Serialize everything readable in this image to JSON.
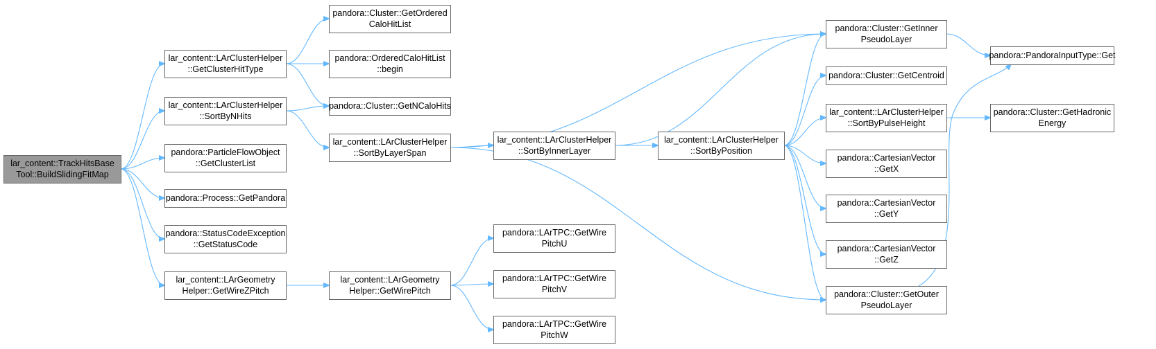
{
  "graph": {
    "edge_color": "#63b8ff",
    "node_border_color": "#666666",
    "root_fill_color": "#999999",
    "nodes": [
      {
        "id": "root",
        "lines": [
          "lar_content::TrackHitsBase",
          "Tool::BuildSlidingFitMap"
        ],
        "root": true
      },
      {
        "id": "getClusterHitType",
        "lines": [
          "lar_content::LArClusterHelper",
          "::GetClusterHitType"
        ]
      },
      {
        "id": "sortByNHits",
        "lines": [
          "lar_content::LArClusterHelper",
          "::SortByNHits"
        ]
      },
      {
        "id": "getClusterList",
        "lines": [
          "pandora::ParticleFlowObject",
          "::GetClusterList"
        ]
      },
      {
        "id": "getPandora",
        "lines": [
          "pandora::Process::GetPandora"
        ]
      },
      {
        "id": "getStatusCode",
        "lines": [
          "pandora::StatusCodeException",
          "::GetStatusCode"
        ]
      },
      {
        "id": "getWireZPitch",
        "lines": [
          "lar_content::LArGeometry",
          "Helper::GetWireZPitch"
        ]
      },
      {
        "id": "getOrderedCaloHitList",
        "lines": [
          "pandora::Cluster::GetOrdered",
          "CaloHitList"
        ]
      },
      {
        "id": "begin",
        "lines": [
          "pandora::OrderedCaloHitList",
          "::begin"
        ]
      },
      {
        "id": "getNCaloHits",
        "lines": [
          "pandora::Cluster::GetNCaloHits"
        ]
      },
      {
        "id": "sortByLayerSpan",
        "lines": [
          "lar_content::LArClusterHelper",
          "::SortByLayerSpan"
        ]
      },
      {
        "id": "getWirePitch",
        "lines": [
          "lar_content::LArGeometry",
          "Helper::GetWirePitch"
        ]
      },
      {
        "id": "sortByInnerLayer",
        "lines": [
          "lar_content::LArClusterHelper",
          "::SortByInnerLayer"
        ]
      },
      {
        "id": "getWirePitchU",
        "lines": [
          "pandora::LArTPC::GetWire",
          "PitchU"
        ]
      },
      {
        "id": "getWirePitchV",
        "lines": [
          "pandora::LArTPC::GetWire",
          "PitchV"
        ]
      },
      {
        "id": "getWirePitchW",
        "lines": [
          "pandora::LArTPC::GetWire",
          "PitchW"
        ]
      },
      {
        "id": "sortByPosition",
        "lines": [
          "lar_content::LArClusterHelper",
          "::SortByPosition"
        ]
      },
      {
        "id": "getInnerPseudoLayer",
        "lines": [
          "pandora::Cluster::GetInner",
          "PseudoLayer"
        ]
      },
      {
        "id": "getCentroid",
        "lines": [
          "pandora::Cluster::GetCentroid"
        ]
      },
      {
        "id": "sortByPulseHeight",
        "lines": [
          "lar_content::LArClusterHelper",
          "::SortByPulseHeight"
        ]
      },
      {
        "id": "getX",
        "lines": [
          "pandora::CartesianVector",
          "::GetX"
        ]
      },
      {
        "id": "getY",
        "lines": [
          "pandora::CartesianVector",
          "::GetY"
        ]
      },
      {
        "id": "getZ",
        "lines": [
          "pandora::CartesianVector",
          "::GetZ"
        ]
      },
      {
        "id": "getOuterPseudoLayer",
        "lines": [
          "pandora::Cluster::GetOuter",
          "PseudoLayer"
        ]
      },
      {
        "id": "pandoraInputTypeGet",
        "lines": [
          "pandora::PandoraInputType::Get"
        ]
      },
      {
        "id": "getHadronicEnergy",
        "lines": [
          "pandora::Cluster::GetHadronic",
          "Energy"
        ]
      }
    ],
    "edges": [
      [
        "root",
        "getClusterHitType"
      ],
      [
        "root",
        "sortByNHits"
      ],
      [
        "root",
        "getClusterList"
      ],
      [
        "root",
        "getPandora"
      ],
      [
        "root",
        "getStatusCode"
      ],
      [
        "root",
        "getWireZPitch"
      ],
      [
        "getClusterHitType",
        "getOrderedCaloHitList"
      ],
      [
        "getClusterHitType",
        "begin"
      ],
      [
        "getClusterHitType",
        "getNCaloHits"
      ],
      [
        "sortByNHits",
        "getNCaloHits"
      ],
      [
        "sortByNHits",
        "sortByLayerSpan"
      ],
      [
        "sortByLayerSpan",
        "getInnerPseudoLayer"
      ],
      [
        "sortByLayerSpan",
        "sortByInnerLayer"
      ],
      [
        "sortByLayerSpan",
        "getOuterPseudoLayer"
      ],
      [
        "sortByInnerLayer",
        "getInnerPseudoLayer"
      ],
      [
        "sortByInnerLayer",
        "sortByPosition"
      ],
      [
        "sortByPosition",
        "getInnerPseudoLayer"
      ],
      [
        "sortByPosition",
        "getCentroid"
      ],
      [
        "sortByPosition",
        "sortByPulseHeight"
      ],
      [
        "sortByPosition",
        "getX"
      ],
      [
        "sortByPosition",
        "getY"
      ],
      [
        "sortByPosition",
        "getZ"
      ],
      [
        "sortByPosition",
        "getOuterPseudoLayer"
      ],
      [
        "sortByPulseHeight",
        "getHadronicEnergy"
      ],
      [
        "getInnerPseudoLayer",
        "pandoraInputTypeGet"
      ],
      [
        "getOuterPseudoLayer",
        "pandoraInputTypeGet"
      ],
      [
        "getWireZPitch",
        "getWirePitch"
      ],
      [
        "getWirePitch",
        "getWirePitchU"
      ],
      [
        "getWirePitch",
        "getWirePitchV"
      ],
      [
        "getWirePitch",
        "getWirePitchW"
      ]
    ]
  }
}
